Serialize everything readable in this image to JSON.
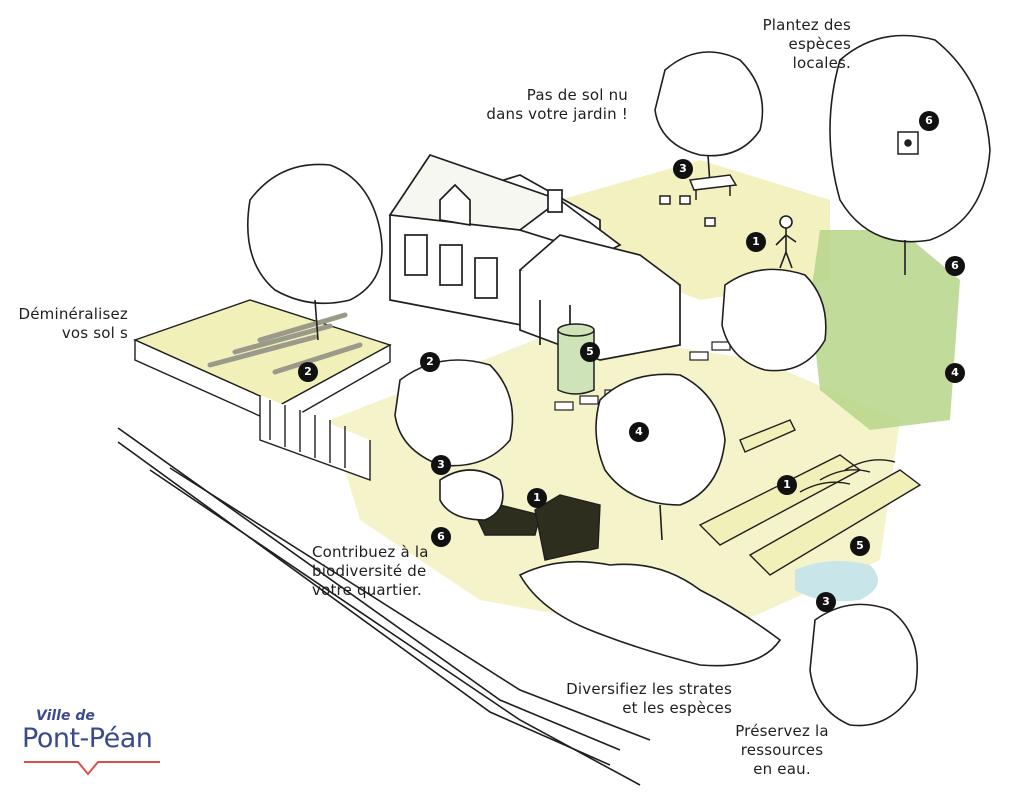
{
  "colors": {
    "ink": "#1f1f1f",
    "lawn": "#f1f0b8",
    "meadow": "#b6d58a",
    "tank": "#cfe3b8",
    "pond": "#c8e6ea",
    "marker": "#111111",
    "logo_blue": "#3a4a8c",
    "logo_red": "#d9504a"
  },
  "annotations": [
    {
      "id": "especes-locales",
      "text": "Plantez des\nespèces locales."
    },
    {
      "id": "sol-nu",
      "text": "Pas de sol nu\ndans votre jardin !"
    },
    {
      "id": "demineralisez",
      "text": "Déminéralisez\nvos sol s"
    },
    {
      "id": "biodiversite",
      "text": "Contribuez à la\nbiodiversité de\nvotre quartier."
    },
    {
      "id": "strates",
      "text": "Diversifiez les strates\net les espèces"
    },
    {
      "id": "eau",
      "text": "Préservez la\nressources\nen eau."
    }
  ],
  "markers": [
    {
      "n": "1",
      "label": "1"
    },
    {
      "n": "1",
      "label": "1"
    },
    {
      "n": "1",
      "label": "1"
    },
    {
      "n": "2",
      "label": "2"
    },
    {
      "n": "2",
      "label": "2"
    },
    {
      "n": "3",
      "label": "3"
    },
    {
      "n": "3",
      "label": "3"
    },
    {
      "n": "3",
      "label": "3"
    },
    {
      "n": "4",
      "label": "4"
    },
    {
      "n": "4",
      "label": "4"
    },
    {
      "n": "5",
      "label": "5"
    },
    {
      "n": "5",
      "label": "5"
    },
    {
      "n": "6",
      "label": "6"
    },
    {
      "n": "6",
      "label": "6"
    },
    {
      "n": "6",
      "label": "6"
    }
  ],
  "logo": {
    "line1": "Ville de",
    "line2": "Pont-Péan"
  }
}
